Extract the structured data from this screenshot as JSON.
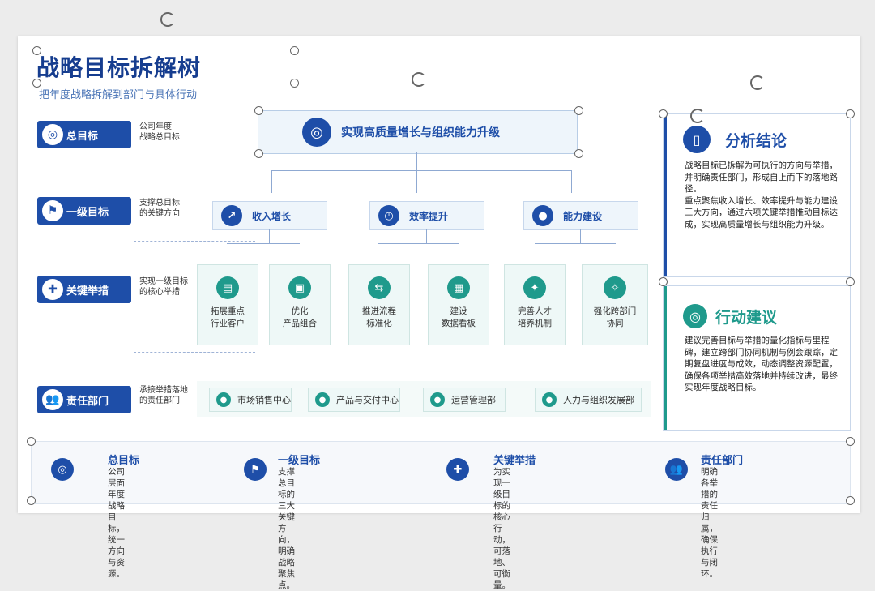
{
  "slide": {
    "title": "战略目标拆解树",
    "subtitle": "把年度战略拆解到部门与具体行动"
  },
  "side_levels": [
    {
      "label": "总目标",
      "icon": "target-icon",
      "note": "公司年度\n战略总目标"
    },
    {
      "label": "一级目标",
      "icon": "flag-icon",
      "note": "支撑总目标\n的关键方向"
    },
    {
      "label": "关键举措",
      "icon": "puzzle-icon",
      "note": "实现一级目标\n的核心举措"
    },
    {
      "label": "责任部门",
      "icon": "team-icon",
      "note": "承接举措落地\n的责任部门"
    }
  ],
  "top_goal": {
    "label": "实现高质量增长与组织能力升级",
    "icon": "target-icon"
  },
  "level1": [
    {
      "label": "收入增长",
      "icon": "trend-up-icon"
    },
    {
      "label": "效率提升",
      "icon": "clock-icon"
    },
    {
      "label": "能力建设",
      "icon": "person-icon"
    }
  ],
  "actions": [
    {
      "label": "拓展重点\n行业客户"
    },
    {
      "label": "优化\n产品组合"
    },
    {
      "label": "推进流程\n标准化"
    },
    {
      "label": "建设\n数据看板"
    },
    {
      "label": "完善人才\n培养机制"
    },
    {
      "label": "强化跨部门\n协同"
    }
  ],
  "departments": [
    {
      "label": "市场销售中心"
    },
    {
      "label": "产品与交付中心"
    },
    {
      "label": "运营管理部"
    },
    {
      "label": "人力与组织发展部"
    }
  ],
  "conclusion": {
    "title": "分析结论",
    "icon": "document-icon",
    "body": "战略目标已拆解为可执行的方向与举措，并明确责任部门，形成自上而下的落地路径。\n重点聚焦收入增长、效率提升与能力建设三大方向，通过六项关键举措推动目标达成，实现高质量增长与组织能力升级。"
  },
  "recommendation": {
    "title": "行动建议",
    "icon": "target-icon",
    "body": "建议完善目标与举措的量化指标与里程碑，建立跨部门协同机制与例会跟踪，定期复盘进度与成效，动态调整资源配置，确保各项举措高效落地并持续改进，最终实现年度战略目标。"
  },
  "legend": [
    {
      "title": "总目标",
      "icon": "target-icon",
      "desc": "公司层面年度战略目标，\n统一方向与资源。"
    },
    {
      "title": "一级目标",
      "icon": "flag-icon",
      "desc": "支撑总目标的三大关键方向，\n明确战略聚焦点。"
    },
    {
      "title": "关键举措",
      "icon": "puzzle-icon",
      "desc": "为实现一级目标的核心行动，\n可落地、可衡量。"
    },
    {
      "title": "责任部门",
      "icon": "team-icon",
      "desc": "明确各举措的责任归属，\n确保执行与闭环。"
    }
  ],
  "colors": {
    "primary": "#1e4ea8",
    "teal": "#1f9a8c",
    "title": "#163d8f"
  }
}
